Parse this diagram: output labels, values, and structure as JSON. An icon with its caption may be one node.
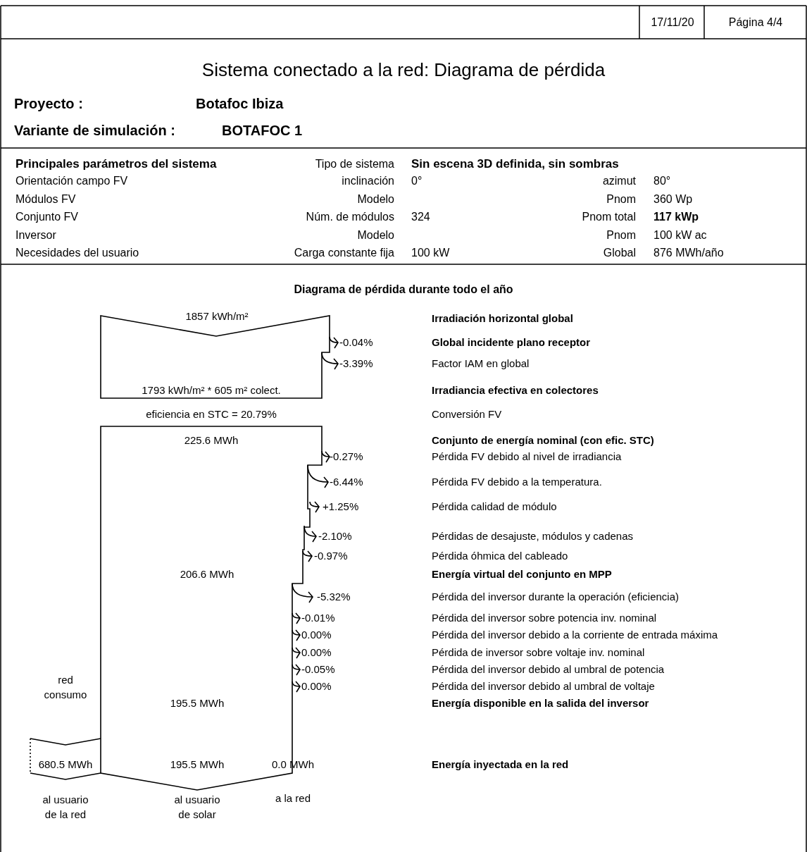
{
  "diagram": {
    "title": "Sistema conectado a la red: Diagrama de pérdida",
    "labels": [
      "17/11/20",
      "Página 4/4",
      "Proyecto :",
      "Botafoc Ibiza",
      "Variante de simulación :",
      "BOTAFOC 1",
      "Principales parámetros del sistema",
      "Tipo de sistema",
      "Sin escena 3D definida, sin sombras",
      "Orientación campo FV",
      "inclinación",
      "0°",
      "azimut",
      "80°",
      "Módulos FV",
      "Modelo",
      "Pnom",
      "360 Wp",
      "Conjunto FV",
      "Núm. de módulos",
      "324",
      "Pnom total",
      "117 kWp",
      "Inversor",
      "Modelo",
      "Pnom",
      "100 kW ac",
      "Necesidades del usuario",
      "Carga constante fija",
      "100 kW",
      "Global",
      "876 MWh/año",
      "Diagrama de pérdida durante todo el año",
      "1857 kWh/m²",
      "Irradiación horizontal global",
      "-0.04%",
      "Global incidente plano receptor",
      "-3.39%",
      "Factor IAM en global",
      "1793 kWh/m² * 605 m² colect.",
      "Irradiancia efectiva en colectores",
      "eficiencia en STC = 20.79%",
      "Conversión FV",
      "225.6 MWh",
      "Conjunto de energía nominal (con efic. STC)",
      "-0.27%",
      "Pérdida FV debido al nivel de irradiancia",
      "-6.44%",
      "Pérdida FV debido a la temperatura.",
      "+1.25%",
      "Pérdida calidad de módulo",
      "-2.10%",
      "Pérdidas de desajuste, módulos y cadenas",
      "-0.97%",
      "Pérdida óhmica del cableado",
      "206.6 MWh",
      "Energía virtual del conjunto en MPP",
      "-5.32%",
      "Pérdida del inversor durante la operación (eficiencia)",
      "-0.01%",
      "Pérdida del inversor sobre potencia inv. nominal",
      "0.00%",
      "Pérdida del inversor debido a la corriente de entrada máxima",
      "0.00%",
      "Pérdida de inversor sobre voltaje inv. nominal",
      "-0.05%",
      "Pérdida del inversor debido al umbral de potencia",
      "red consumo",
      "0.00%",
      "Pérdida del inversor debido al umbral de voltaje",
      "195.5 MWh",
      "Energía disponible en la salida del inversor",
      "680.5 MWh",
      "195.5 MWh",
      "0.0 MWh",
      "Energía inyectada en la red",
      "al usuario de la red",
      "al usuario de solar",
      "a la red"
    ]
  }
}
